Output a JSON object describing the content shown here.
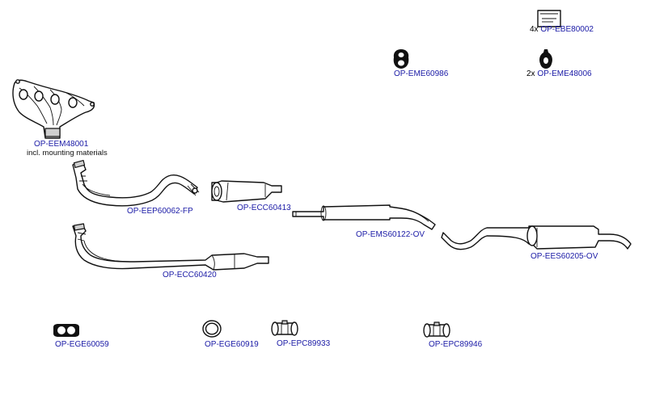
{
  "parts": {
    "ebe80002": {
      "qty": "4x",
      "code": "OP-EBE80002",
      "icon": "clamp-bracket-icon"
    },
    "eme60986": {
      "code": "OP-EME60986",
      "icon": "rubber-hanger-icon"
    },
    "eme48006": {
      "qty": "2x",
      "code": "OP-EME48006",
      "icon": "rubber-mount-icon"
    },
    "eem48001": {
      "code": "OP-EEM48001",
      "note": "incl. mounting materials",
      "icon": "exhaust-manifold-icon"
    },
    "eep60062": {
      "code": "OP-EEP60062-FP",
      "icon": "front-pipe-icon"
    },
    "ecc60413": {
      "code": "OP-ECC60413",
      "icon": "catalytic-converter-icon"
    },
    "ems60122": {
      "code": "OP-EMS60122-OV",
      "icon": "middle-silencer-icon"
    },
    "ees60205": {
      "code": "OP-EES60205-OV",
      "icon": "rear-silencer-icon"
    },
    "ecc60420": {
      "code": "OP-ECC60420",
      "icon": "catalytic-converter-pipe-icon"
    },
    "ege60059": {
      "code": "OP-EGE60059",
      "icon": "flange-gasket-icon"
    },
    "ege60919": {
      "code": "OP-EGE60919",
      "icon": "ring-gasket-icon"
    },
    "epc89933": {
      "code": "OP-EPC89933",
      "icon": "pipe-clamp-icon"
    },
    "epc89946": {
      "code": "OP-EPC89946",
      "icon": "pipe-clamp-icon"
    }
  },
  "colors": {
    "code_link": "#1a1aa6",
    "text": "#111111",
    "background": "#ffffff"
  }
}
